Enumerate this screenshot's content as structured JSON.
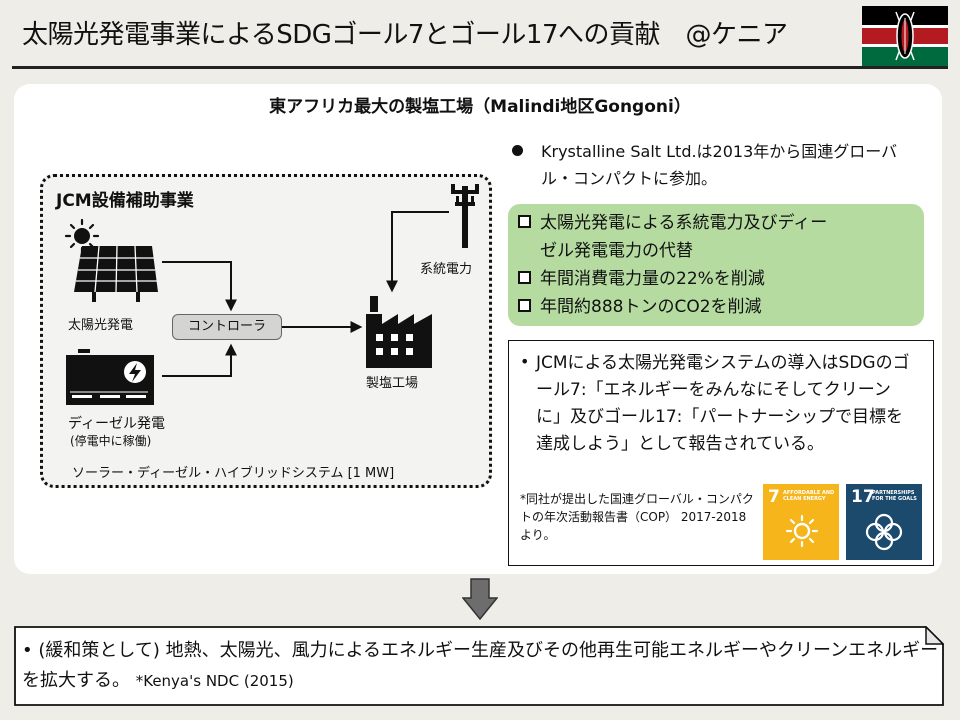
{
  "header": {
    "title": "太陽光発電事業によるSDGゴール7とゴール17への貢献　@ケニア",
    "flag_icon": "kenya-flag-icon",
    "colors": {
      "flag_black": "#000000",
      "flag_red": "#b31b21",
      "flag_green": "#006a3f"
    }
  },
  "factory_title": "東アフリカ最大の製塩工場（Malindi地区Gongoni）",
  "diagram": {
    "jcm_title": "JCM設備補助事業",
    "solar_label": "太陽光発電",
    "diesel_label": "ディーゼル発電",
    "diesel_sub": "(停電中に稼働)",
    "controller_label": "コントローラ",
    "grid_label": "系統電力",
    "factory_label": "製塩工場",
    "system_label": "ソーラー・ディーゼル・ハイブリッドシステム [1 MW]",
    "icons": [
      "sun-icon",
      "solar-panel-icon",
      "diesel-generator-icon",
      "power-pole-icon",
      "factory-icon"
    ]
  },
  "info": {
    "krystalline": "Krystalline Salt Ltd.は2013年から国連グローバル・コンパクトに参加。",
    "green_items": [
      "太陽光発電による系統電力及びディー",
      "ゼル発電電力の代替",
      "年間消費電力量の22%を削減",
      "年間約888トンのCO2を削減"
    ],
    "green_color": "#b5dba0",
    "jcm_note": "JCMによる太陽光発電システムの導入はSDGのゴール7:「エネルギーをみんなにそしてクリーンに」及びゴール17:「パートナーシップで目標を達成しよう」として報告されている。",
    "note_bullet": "•",
    "cop_note": "*同社が提出した国連グローバル・コンパクトの年次活動報告書（COP） 2017-2018より。",
    "sdg7": {
      "num": "7",
      "text": "AFFORDABLE AND CLEAN ENERGY",
      "color": "#f5b51b"
    },
    "sdg17": {
      "num": "17",
      "text": "PARTNERSHIPS FOR THE GOALS",
      "color": "#1b4a6d"
    }
  },
  "bottom": {
    "bullet": "•",
    "text": "(緩和策として) 地熱、太陽光、風力によるエネルギー生産及びその他再生可能エネルギーやクリーンエネルギーを拡大する。",
    "source": "*Kenya's NDC (2015)"
  }
}
